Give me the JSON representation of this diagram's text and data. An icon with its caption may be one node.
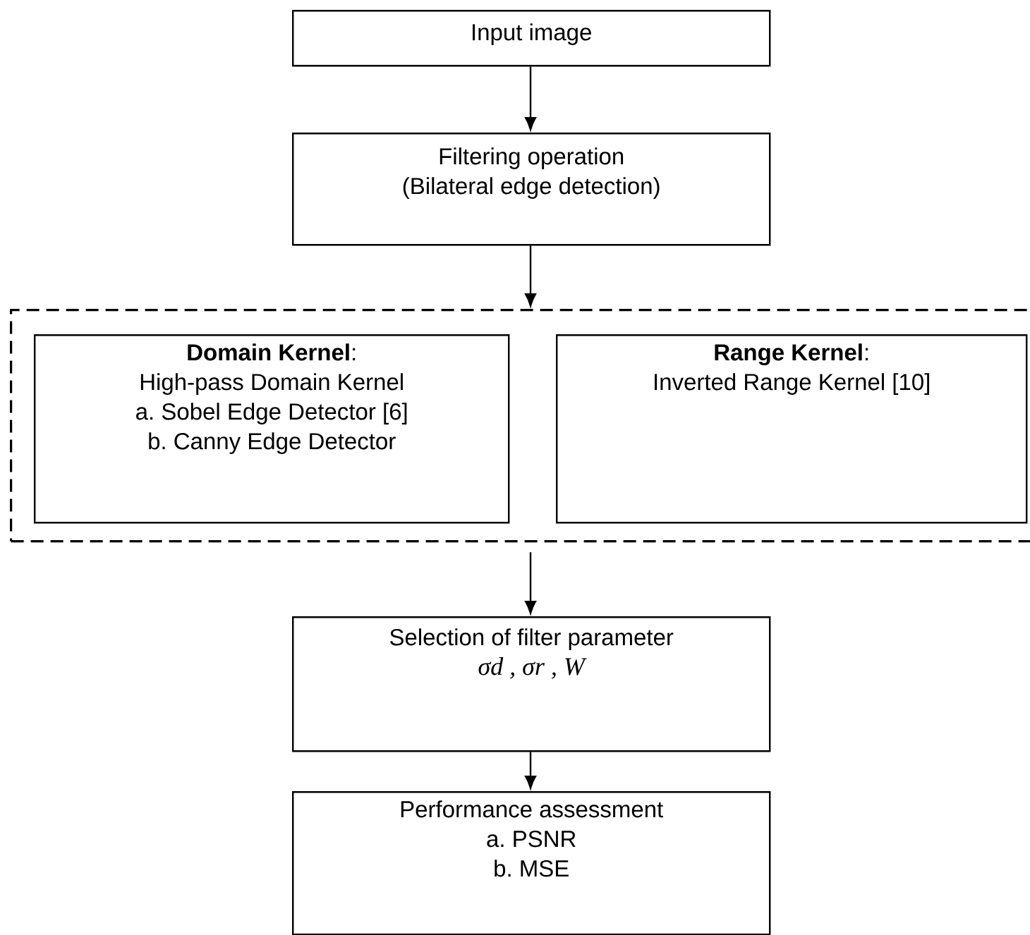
{
  "diagram": {
    "nodes": [
      {
        "text": [
          "Input image"
        ]
      },
      {
        "text": [
          "Filtering operation (Bilateral edge detection)"
        ]
      },
      {
        "text": [],
        "shape": "box"
      },
      {
        "text": [
          "**Domain Kernel**:",
          "High-pass Domain Kernel",
          "a. Sobel Edge Detector [6]",
          "b. Canny Edge Detector"
        ],
        "in": 2
      },
      {
        "text": [
          "**Range Kernel**:",
          "Inverted Range Kernel [10]"
        ],
        "in": 2
      },
      {
        "text": [
          "Selection of filter parameter",
          "σd , σr , W"
        ]
      },
      {
        "text": [
          "Performance assessment",
          "a. PSNR",
          "b. MSE"
        ]
      }
    ],
    "edges": [
      {
        "from": 0,
        "to": 1,
        "arrow": "to"
      },
      {
        "from": 1,
        "to": 2,
        "arrow": "to"
      },
      {
        "from": 2,
        "to": 5,
        "arrow": "to"
      },
      {
        "from": 5,
        "to": 6,
        "arrow": "to"
      }
    ]
  }
}
